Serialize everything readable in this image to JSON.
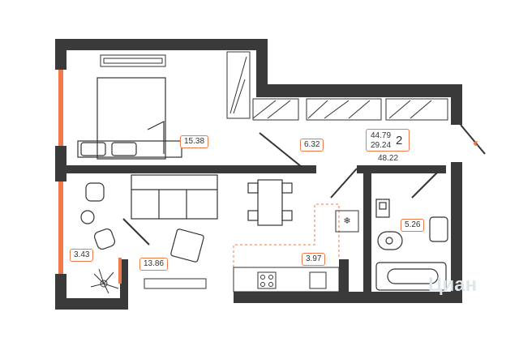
{
  "rooms": {
    "bedroom": "15.38",
    "hall": "6.32",
    "bath": "5.26",
    "kitchen_living": "13.86",
    "kitchen": "3.97",
    "balcony": "3.43"
  },
  "summary": {
    "total_living": "44.79",
    "living": "29.24",
    "rooms": "2",
    "with_balcony": "48.22"
  },
  "entrance": {
    "arrows": "‹‹‹"
  },
  "watermark": "Циан",
  "colors": {
    "wall": "#3a3a3a",
    "accent": "#f07a4a",
    "line": "#333333",
    "bg": "#ffffff"
  }
}
